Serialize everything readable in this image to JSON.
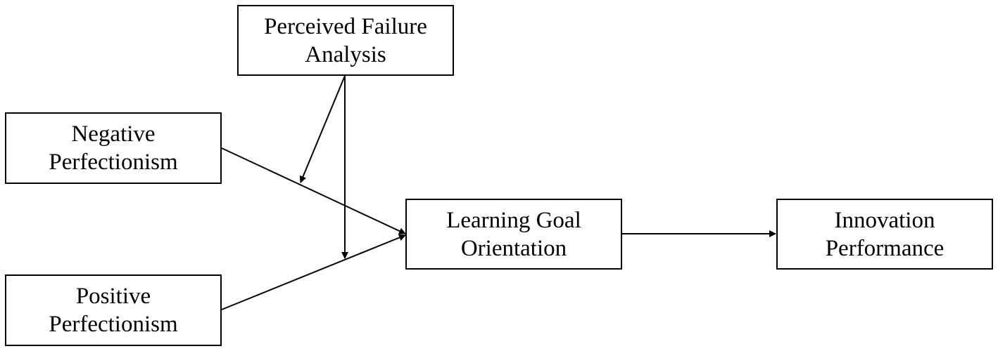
{
  "diagram": {
    "nodes": {
      "perceived_failure_analysis": {
        "line1": "Perceived Failure",
        "line2": "Analysis"
      },
      "negative_perfectionism": {
        "line1": "Negative",
        "line2": "Perfectionism"
      },
      "positive_perfectionism": {
        "line1": "Positive",
        "line2": "Perfectionism"
      },
      "learning_goal_orientation": {
        "line1": "Learning Goal",
        "line2": "Orientation"
      },
      "innovation_performance": {
        "line1": "Innovation",
        "line2": "Performance"
      }
    },
    "edges": [
      {
        "from": "negative_perfectionism",
        "to": "learning_goal_orientation"
      },
      {
        "from": "positive_perfectionism",
        "to": "learning_goal_orientation"
      },
      {
        "from": "learning_goal_orientation",
        "to": "innovation_performance"
      },
      {
        "from": "perceived_failure_analysis",
        "to": "negative_perfectionism -> learning_goal_orientation"
      },
      {
        "from": "perceived_failure_analysis",
        "to": "positive_perfectionism -> learning_goal_orientation"
      }
    ],
    "line_color": "#000000"
  }
}
